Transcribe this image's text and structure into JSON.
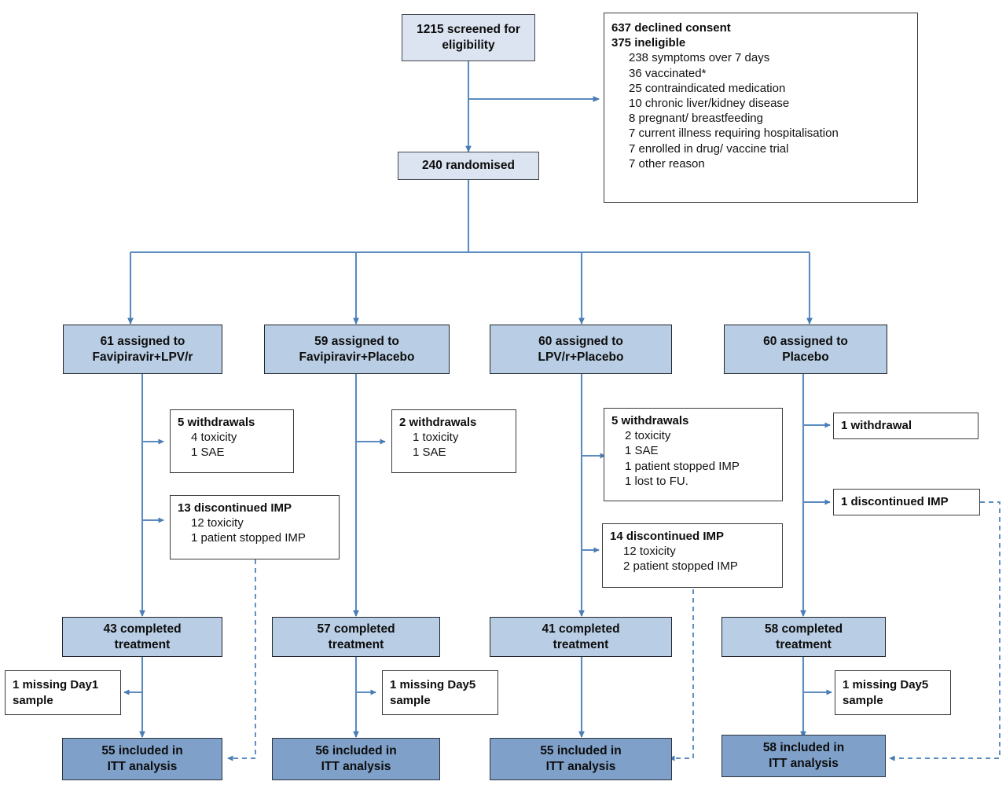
{
  "diagram": {
    "title": "CONSORT participant flow diagram",
    "colors": {
      "pale_fill": "#dce4f2",
      "light_fill": "#b9cde4",
      "mid_fill": "#7fa0c9",
      "white_fill": "#ffffff",
      "connector": "#5b8bbf",
      "border": "#3f3f3f"
    }
  },
  "screening": {
    "screened": {
      "line1": "1215 screened for",
      "line2": "eligibility"
    },
    "randomised": {
      "line1": "240 randomised"
    }
  },
  "excluded": {
    "declined": "637 declined consent",
    "ineligible": "375  ineligible",
    "reasons": [
      "238 symptoms over 7 days",
      "36 vaccinated*",
      "25 contraindicated medication",
      "10 chronic liver/kidney disease",
      "8 pregnant/ breastfeeding",
      "7 current illness requiring hospitalisation",
      "7 enrolled in drug/ vaccine trial",
      "7 other reason"
    ]
  },
  "arms": [
    {
      "assigned": {
        "line1": "61 assigned to",
        "line2": "Favipiravir+LPV/r"
      },
      "withdrawals": {
        "head": "5 withdrawals",
        "items": [
          "4 toxicity",
          "1 SAE"
        ]
      },
      "discontinued": {
        "head": "13 discontinued IMP",
        "items": [
          "12 toxicity",
          "1 patient stopped IMP"
        ]
      },
      "completed": {
        "line1": "43 completed",
        "line2": "treatment"
      },
      "missing": {
        "line1": "1 missing Day1",
        "line2": "sample"
      },
      "itt": {
        "line1": "55 included in",
        "line2": "ITT analysis"
      }
    },
    {
      "assigned": {
        "line1": "59 assigned to",
        "line2": "Favipiravir+Placebo"
      },
      "withdrawals": {
        "head": "2 withdrawals",
        "items": [
          "1 toxicity",
          "1 SAE"
        ]
      },
      "discontinued": null,
      "completed": {
        "line1": "57 completed",
        "line2": "treatment"
      },
      "missing": {
        "line1": "1 missing Day5",
        "line2": "sample"
      },
      "itt": {
        "line1": "56 included in",
        "line2": "ITT analysis"
      }
    },
    {
      "assigned": {
        "line1": "60 assigned to",
        "line2": "LPV/r+Placebo"
      },
      "withdrawals": {
        "head": "5 withdrawals",
        "items": [
          "2 toxicity",
          "1 SAE",
          "1 patient stopped IMP",
          "1 lost to FU."
        ]
      },
      "discontinued": {
        "head": "14 discontinued IMP",
        "items": [
          "12 toxicity",
          "2 patient stopped IMP"
        ]
      },
      "completed": {
        "line1": "41 completed",
        "line2": "treatment"
      },
      "missing": null,
      "itt": {
        "line1": "55 included in",
        "line2": "ITT analysis"
      }
    },
    {
      "assigned": {
        "line1": "60 assigned to",
        "line2": "Placebo"
      },
      "withdrawals": {
        "head": "1 withdrawal",
        "items": []
      },
      "discontinued": {
        "head": "1 discontinued IMP",
        "items": []
      },
      "completed": {
        "line1": "58 completed",
        "line2": "treatment"
      },
      "missing": {
        "line1": "1 missing Day5",
        "line2": "sample"
      },
      "itt": {
        "line1": "58 included in",
        "line2": "ITT analysis"
      }
    }
  ]
}
